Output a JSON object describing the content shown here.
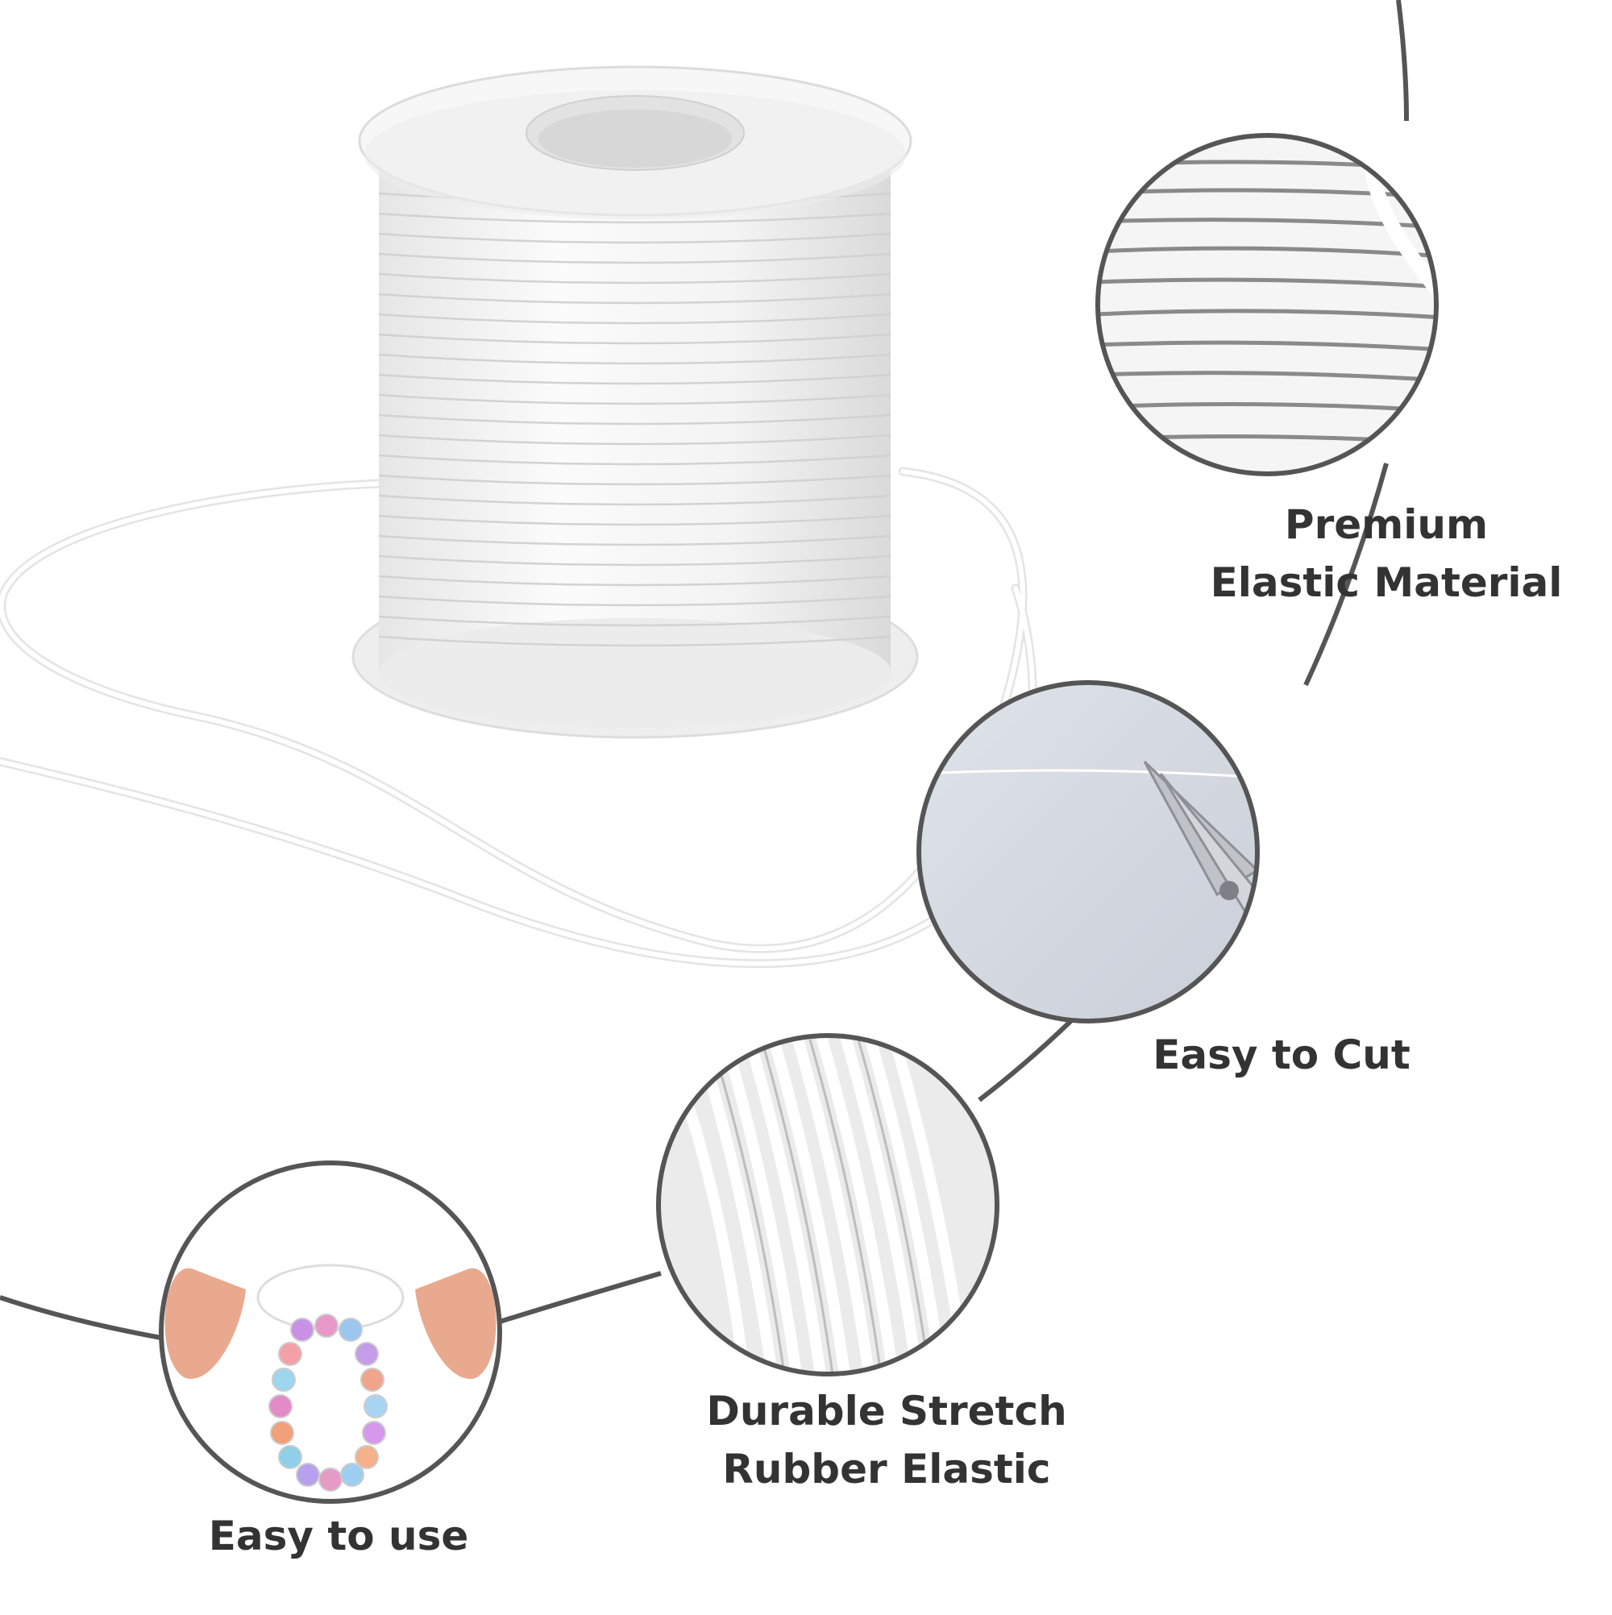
{
  "colors": {
    "connector_line": "#555555",
    "label_text": "#333333",
    "background": "#ffffff",
    "cord_white": "#f4f4f4"
  },
  "features": {
    "premium": {
      "line1": "Premium",
      "line2": "Elastic Material"
    },
    "cut": {
      "line1": "Easy to Cut"
    },
    "durable": {
      "line1": "Durable Stretch",
      "line2": "Rubber Elastic"
    },
    "use": {
      "line1": "Easy to use"
    }
  }
}
